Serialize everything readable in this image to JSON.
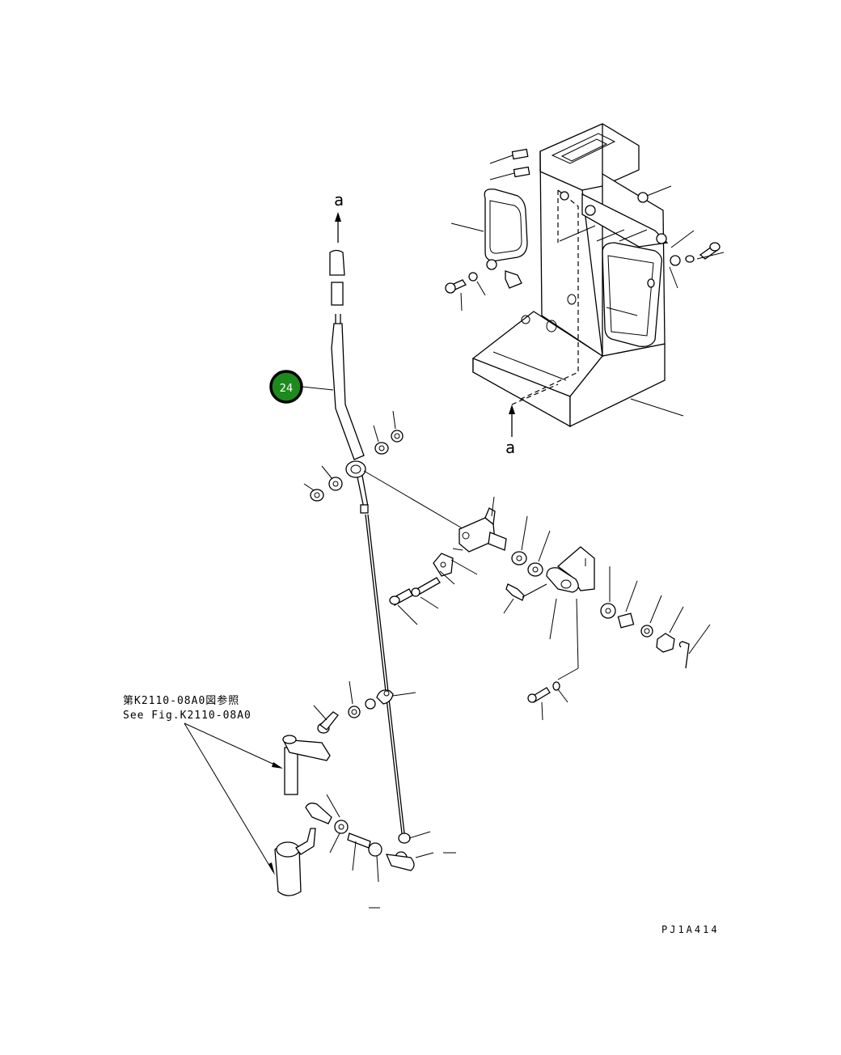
{
  "diagram": {
    "section_marker_top": "a",
    "section_marker_bottom": "a",
    "reference_note_jp": "第K2110-08A0図参照",
    "reference_note_en": "See Fig.K2110-08A0",
    "drawing_code": "PJ1A414",
    "callout": {
      "label": "24",
      "color": "#1c8a1c"
    }
  }
}
